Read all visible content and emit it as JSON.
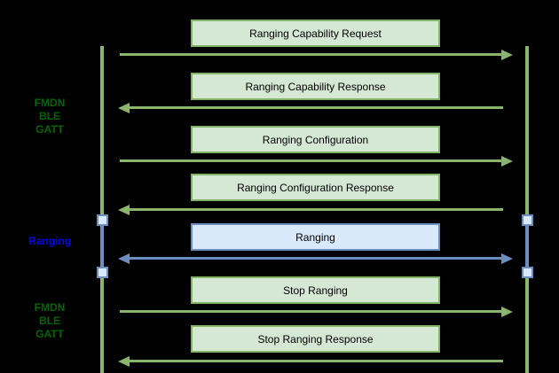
{
  "sections": [
    {
      "label": "FMDN\nBLE\nGATT",
      "color": "#006600"
    },
    {
      "label": "Ranging",
      "color": "#0404f0"
    },
    {
      "label": "FMDN\nBLE\nGATT",
      "color": "#006600"
    }
  ],
  "messages": [
    {
      "label": "Ranging Capability Request",
      "direction": "right",
      "color": "green"
    },
    {
      "label": "Ranging Capability Response",
      "direction": "left",
      "color": "green"
    },
    {
      "label": "Ranging Configuration",
      "direction": "right",
      "color": "green"
    },
    {
      "label": "Ranging Configuration Response",
      "direction": "left",
      "color": "green"
    },
    {
      "label": "Ranging",
      "direction": "both",
      "color": "blue"
    },
    {
      "label": "Stop Ranging",
      "direction": "right",
      "color": "green"
    },
    {
      "label": "Stop Ranging Response",
      "direction": "left",
      "color": "green"
    }
  ],
  "colors": {
    "background": "#000000",
    "green_line": "#8ab56c",
    "green_box_fill": "#d5e8d4",
    "green_box_border": "#82b366",
    "blue_box_fill": "#dae8fc",
    "blue_box_border": "#6c8ebf",
    "blue_line": "#6c8ebf",
    "section_label_green": "#006600",
    "section_label_blue": "#0404f0",
    "message_text": "#000000"
  }
}
